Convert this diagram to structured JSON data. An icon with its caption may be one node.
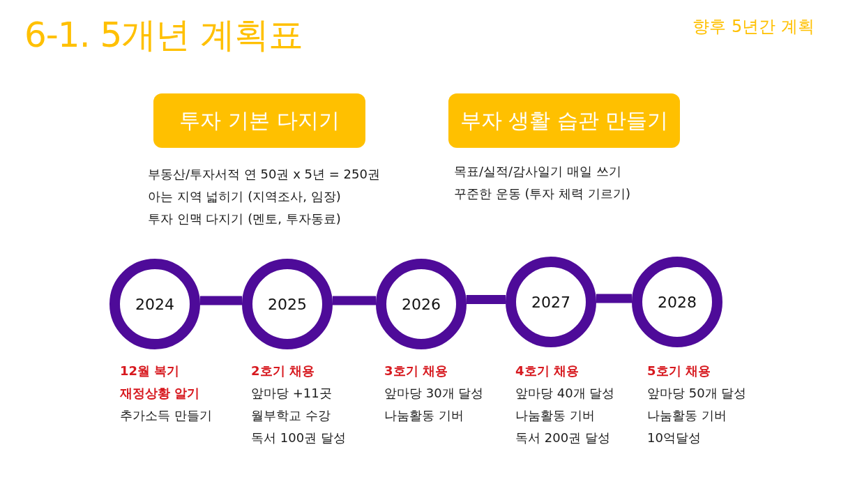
{
  "diagram": {
    "title": "6-1. 5개년 계획표",
    "nodes": [
      {
        "text": [
          "투자 기본 다지기"
        ],
        "beside": [
          "부동산/투자서적 연 50권 x 5년 = 250권",
          "아는 지역 넓히기 (지역조사, 임장)",
          "투자 인맥 다지기 (멘토, 투자동료)"
        ]
      },
      {
        "text": [
          "부자 생활 습관 만들기"
        ],
        "beside": [
          "목표/실적/감사일기 매일 쓰기",
          "꾸준한 운동 (투자 체력 기르기)"
        ]
      },
      {
        "text": [
          "2024"
        ],
        "beside": [
          "**12월 복기**",
          "**재정상황 알기**",
          "추가소득 만들기"
        ]
      },
      {
        "text": [
          "2025"
        ],
        "beside": [
          "**2호기 채용**",
          "앞마당 +11곳",
          "월부학교 수강",
          "독서 100권 달성"
        ]
      },
      {
        "text": [
          "2026"
        ],
        "beside": [
          "**3호기 채용**",
          "앞마당 30개 달성",
          "나눔활동 기버"
        ]
      },
      {
        "text": [
          "2027"
        ],
        "beside": [
          "**4호기 채용**",
          "앞마당 40개 달성",
          "나눔활동 기버",
          "독서 200권 달성"
        ]
      },
      {
        "text": [
          "2028"
        ],
        "beside": [
          "**5호기 채용**",
          "앞마당 50개 달성",
          "나눔활동 기버",
          "10억달성"
        ]
      }
    ],
    "edges": [
      {
        "from": 2,
        "to": 3,
        "arrow": "none"
      },
      {
        "from": 3,
        "to": 4,
        "arrow": "none"
      },
      {
        "from": 4,
        "to": 5,
        "arrow": "none"
      },
      {
        "from": 5,
        "to": 6,
        "arrow": "none"
      }
    ],
    "labels": [
      "향후 5년간 계획"
    ]
  }
}
